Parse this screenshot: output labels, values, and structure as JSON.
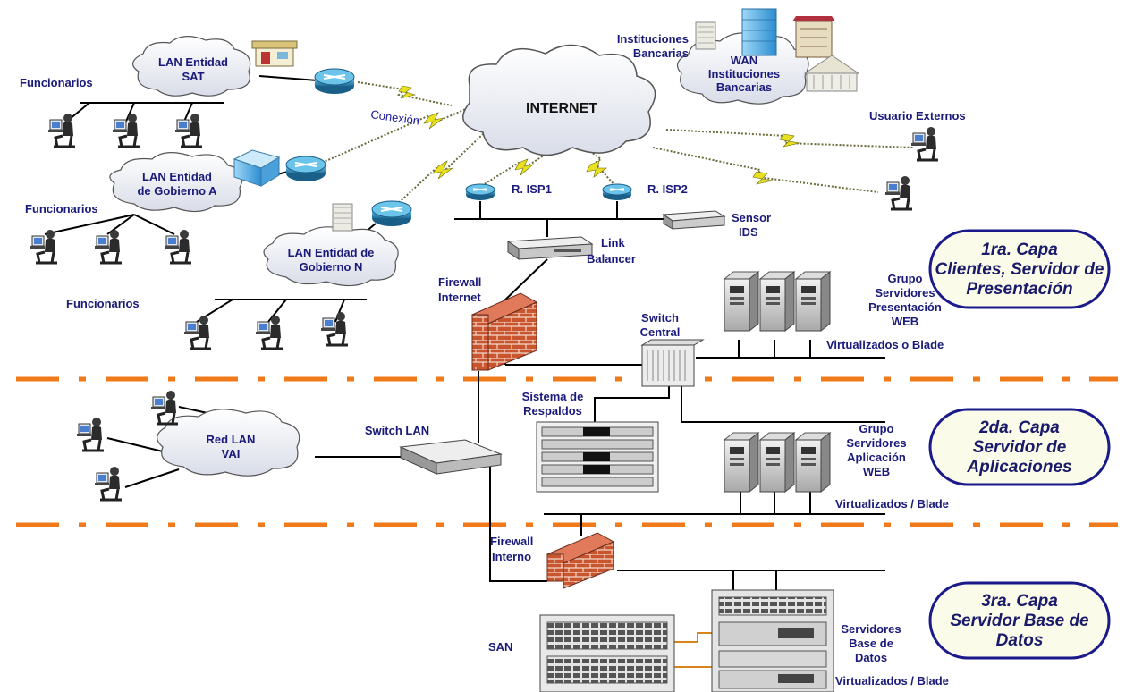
{
  "labels": {
    "internet": "INTERNET",
    "conexion": "Conexión",
    "funcionarios_1": "Funcionarios",
    "funcionarios_2": "Funcionarios",
    "funcionarios_3": "Funcionarios",
    "lan_sat": [
      "LAN Entidad",
      "SAT"
    ],
    "lan_gob_a": [
      "LAN Entidad",
      "de Gobierno A"
    ],
    "lan_gob_n": [
      "LAN Entidad de",
      "Gobierno N"
    ],
    "instituciones": [
      "Instituciones",
      "Bancarias"
    ],
    "wan": [
      "WAN",
      "Instituciones",
      "Bancarias"
    ],
    "usuario_externos": "Usuario Externos",
    "r_isp1": "R. ISP1",
    "r_isp2": "R. ISP2",
    "sensor": [
      "Sensor",
      "IDS"
    ],
    "link_balancer": [
      "Link",
      "Balancer"
    ],
    "firewall_internet": [
      "Firewall",
      "Internet"
    ],
    "switch_central": [
      "Switch",
      "Central"
    ],
    "grupo_presentacion": [
      "Grupo",
      "Servidores",
      "Presentación",
      "WEB"
    ],
    "virtualizados_blade_1": "Virtualizados o Blade",
    "sistema_respaldos": [
      "Sistema de",
      "Respaldos"
    ],
    "switch_lan": "Switch LAN",
    "red_lan_vai": [
      "Red LAN",
      "VAI"
    ],
    "grupo_aplicacion": [
      "Grupo",
      "Servidores",
      "Aplicación",
      "WEB"
    ],
    "virtualizados_blade_2": "Virtualizados / Blade",
    "firewall_interno": [
      "Firewall",
      "Interno"
    ],
    "san": "SAN",
    "servidores_bd": [
      "Servidores",
      "Base de",
      "Datos"
    ],
    "virtualizados_blade_3": "Virtualizados / Blade"
  },
  "tiers": [
    [
      "1ra. Capa",
      "Clientes, Servidor de",
      "Presentación"
    ],
    [
      "2da. Capa",
      "Servidor de",
      "Aplicaciones"
    ],
    [
      "3ra. Capa",
      "Servidor Base de",
      "Datos"
    ]
  ],
  "colors": {
    "label": "#1a1a7a",
    "tier_border": "#1a1a8a",
    "tier_fill": "#fbfbe9",
    "dash": "#f07a1a",
    "lightning": "#e8e020",
    "router": "#2a8ab8",
    "firewall": "#c04a2a"
  }
}
